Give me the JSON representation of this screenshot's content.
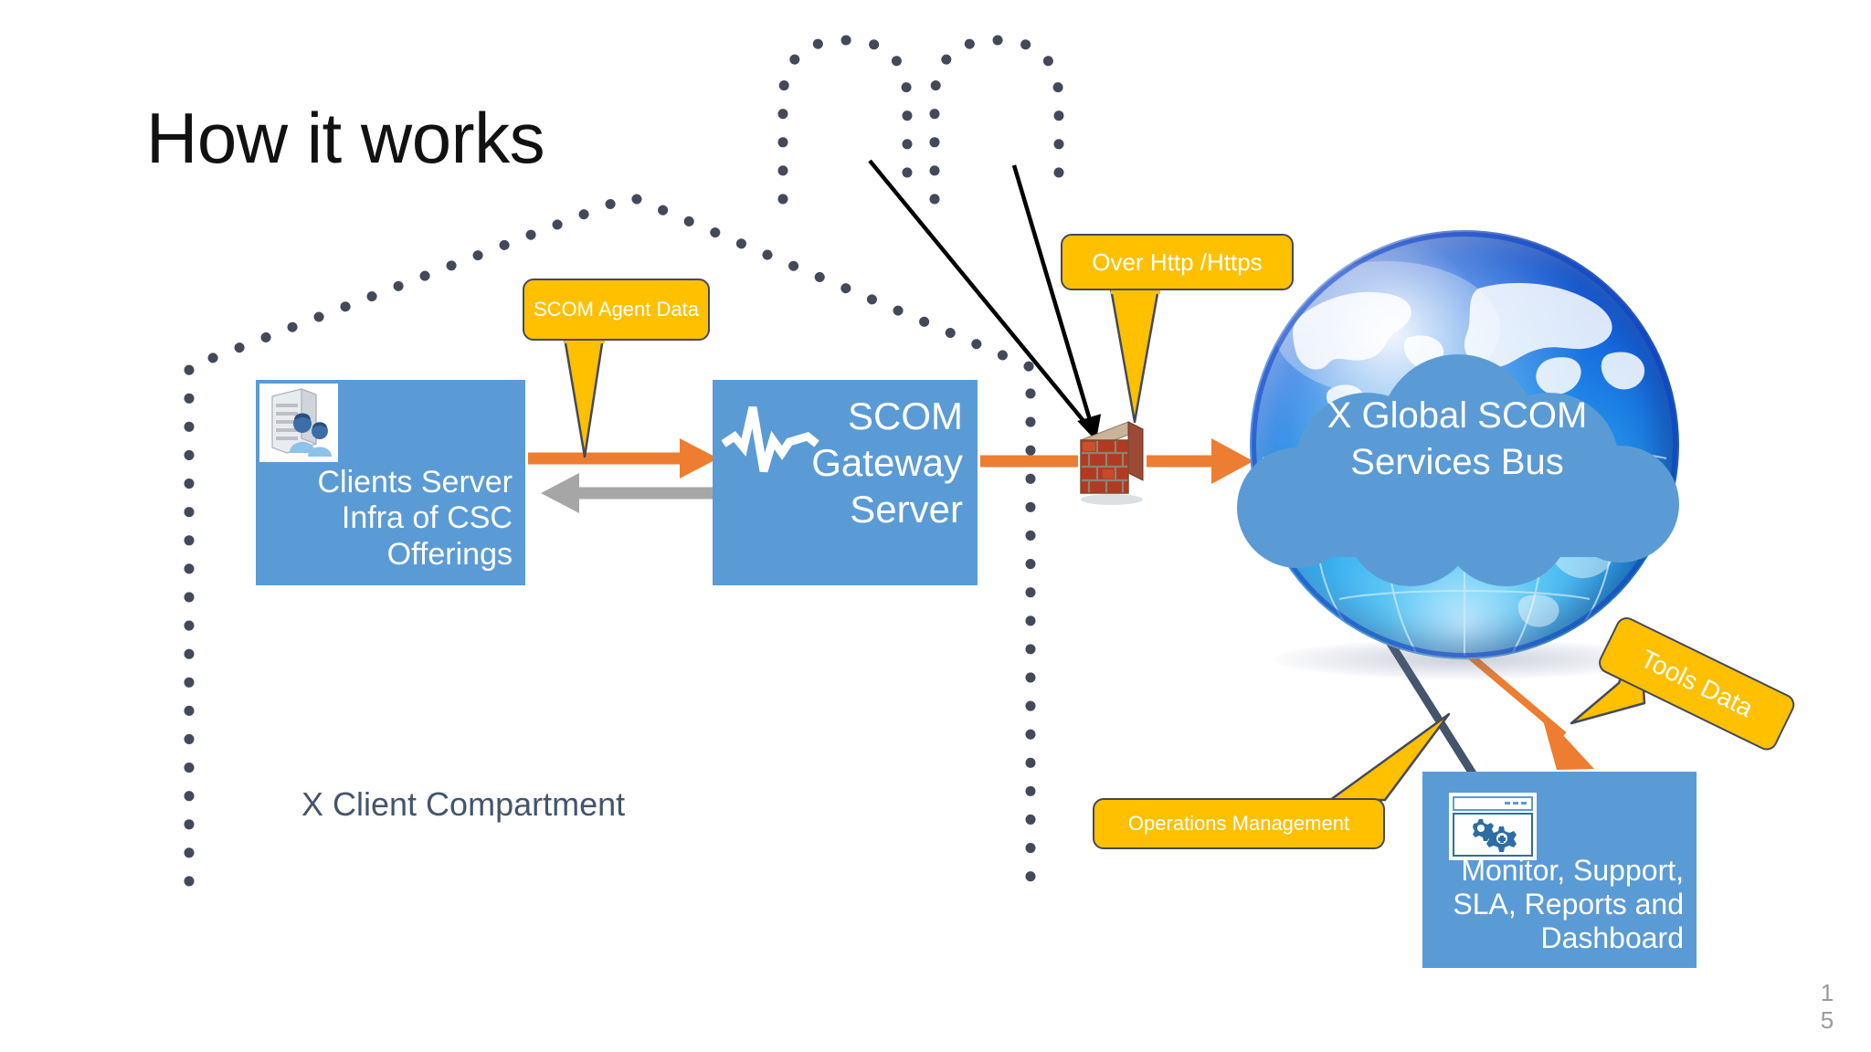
{
  "slide": {
    "title": "How it works",
    "page_number": "15",
    "page_number_lines": [
      "1",
      "5"
    ]
  },
  "colors": {
    "box_blue": "#5b9bd5",
    "callout_amber": "#ffc000",
    "callout_border": "#44495a",
    "arrow_orange": "#ed7d31",
    "arrow_gray": "#a6a6a6",
    "arrow_navy": "#44546a",
    "dotted_slate": "#44495a",
    "text_slate": "#44546a",
    "globe_blue": "#1566dd",
    "cloud_blue": "#5b9bd5",
    "brick_red": "#c0392b"
  },
  "compartment": {
    "label": "X Client Compartment",
    "name": "dotted-house-boundary"
  },
  "boxes": [
    {
      "id": "client-server",
      "icon": "server-and-users-icon",
      "lines": [
        "Clients Server",
        "Infra of CSC",
        "Offerings"
      ],
      "text": "Clients Server Infra of CSC Offerings"
    },
    {
      "id": "scom-gateway",
      "icon": "heartbeat-pulse-icon",
      "lines": [
        "SCOM",
        "Gateway",
        "Server"
      ],
      "text": "SCOM Gateway Server"
    },
    {
      "id": "dashboard",
      "icon": "browser-window-gears-icon",
      "lines": [
        "Monitor, Support,",
        "SLA, Reports and",
        "Dashboard"
      ],
      "text": "Monitor, Support, SLA, Reports and Dashboard"
    }
  ],
  "cloud": {
    "icon": "cloud-shape",
    "lines": [
      "X Global SCOM",
      "Services Bus"
    ],
    "text": "X Global SCOM Services Bus"
  },
  "firewall": {
    "icon": "brick-firewall-icon",
    "label": ""
  },
  "callouts": [
    {
      "id": "scom-agent-data",
      "label": "SCOM Agent Data",
      "tail": "down"
    },
    {
      "id": "over-http-https",
      "label": "Over Http /Https",
      "tail": "down"
    },
    {
      "id": "operations-management",
      "label": "Operations Management",
      "tail": "up-right"
    },
    {
      "id": "tools-data",
      "label": "Tools Data",
      "tail": "down-left",
      "rotation_deg": 26
    }
  ],
  "arrows": [
    {
      "id": "client-to-gateway",
      "color": "#ed7d31",
      "direction": "right"
    },
    {
      "id": "gateway-to-client",
      "color": "#a6a6a6",
      "direction": "left"
    },
    {
      "id": "gateway-to-firewall",
      "color": "#ed7d31",
      "direction": "right"
    },
    {
      "id": "firewall-to-cloud",
      "color": "#ed7d31",
      "direction": "right"
    },
    {
      "id": "dashboard-to-globe",
      "color": "#44546a",
      "direction": "up-left"
    },
    {
      "id": "globe-to-dashboard",
      "color": "#ed7d31",
      "direction": "down-right"
    },
    {
      "id": "internet-to-firewall-1",
      "color": "#000000",
      "direction": "down-right"
    },
    {
      "id": "internet-to-firewall-2",
      "color": "#000000",
      "direction": "down-left"
    }
  ]
}
